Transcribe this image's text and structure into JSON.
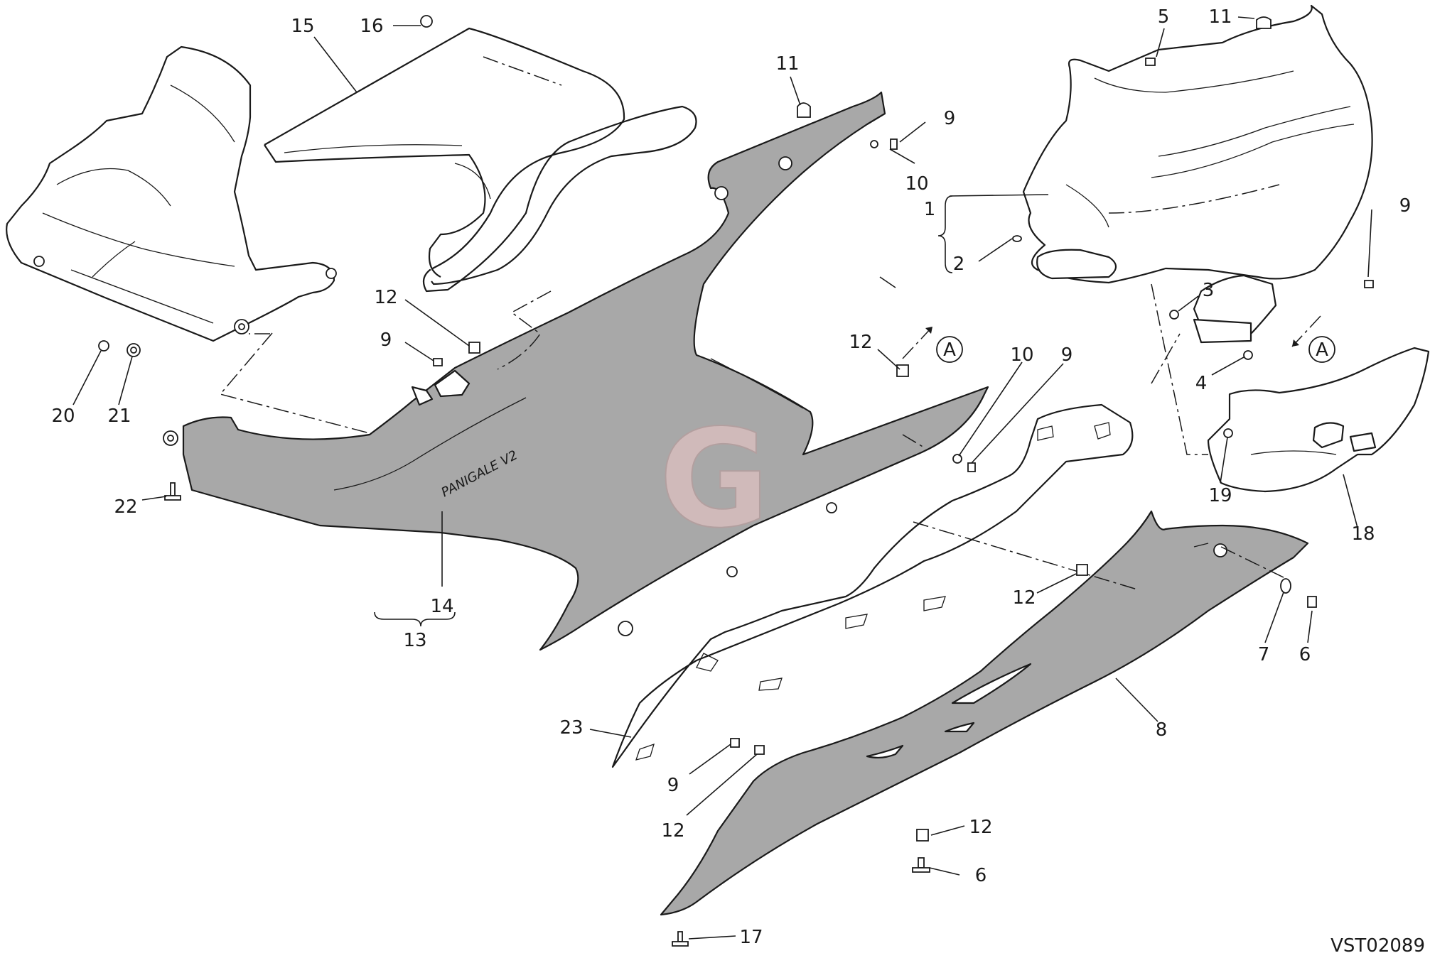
{
  "diagram": {
    "code": "VST02089",
    "watermark_letter": "G",
    "decal_text": "PANIGALE V2",
    "ref_mark": "A",
    "callouts": [
      {
        "id": "c1",
        "text": "1"
      },
      {
        "id": "c2",
        "text": "2"
      },
      {
        "id": "c3",
        "text": "3"
      },
      {
        "id": "c4",
        "text": "4"
      },
      {
        "id": "c5",
        "text": "5"
      },
      {
        "id": "c6a",
        "text": "6"
      },
      {
        "id": "c6b",
        "text": "6"
      },
      {
        "id": "c7",
        "text": "7"
      },
      {
        "id": "c8",
        "text": "8"
      },
      {
        "id": "c9a",
        "text": "9"
      },
      {
        "id": "c9b",
        "text": "9"
      },
      {
        "id": "c9c",
        "text": "9"
      },
      {
        "id": "c9d",
        "text": "9"
      },
      {
        "id": "c9e",
        "text": "9"
      },
      {
        "id": "c10a",
        "text": "10"
      },
      {
        "id": "c10b",
        "text": "10"
      },
      {
        "id": "c11a",
        "text": "11"
      },
      {
        "id": "c11b",
        "text": "11"
      },
      {
        "id": "c12a",
        "text": "12"
      },
      {
        "id": "c12b",
        "text": "12"
      },
      {
        "id": "c12c",
        "text": "12"
      },
      {
        "id": "c12d",
        "text": "12"
      },
      {
        "id": "c12e",
        "text": "12"
      },
      {
        "id": "c13",
        "text": "13"
      },
      {
        "id": "c14",
        "text": "14"
      },
      {
        "id": "c15",
        "text": "15"
      },
      {
        "id": "c16",
        "text": "16"
      },
      {
        "id": "c17",
        "text": "17"
      },
      {
        "id": "c18",
        "text": "18"
      },
      {
        "id": "c19",
        "text": "19"
      },
      {
        "id": "c20",
        "text": "20"
      },
      {
        "id": "c21",
        "text": "21"
      },
      {
        "id": "c22",
        "text": "22"
      },
      {
        "id": "c23",
        "text": "23"
      }
    ]
  }
}
